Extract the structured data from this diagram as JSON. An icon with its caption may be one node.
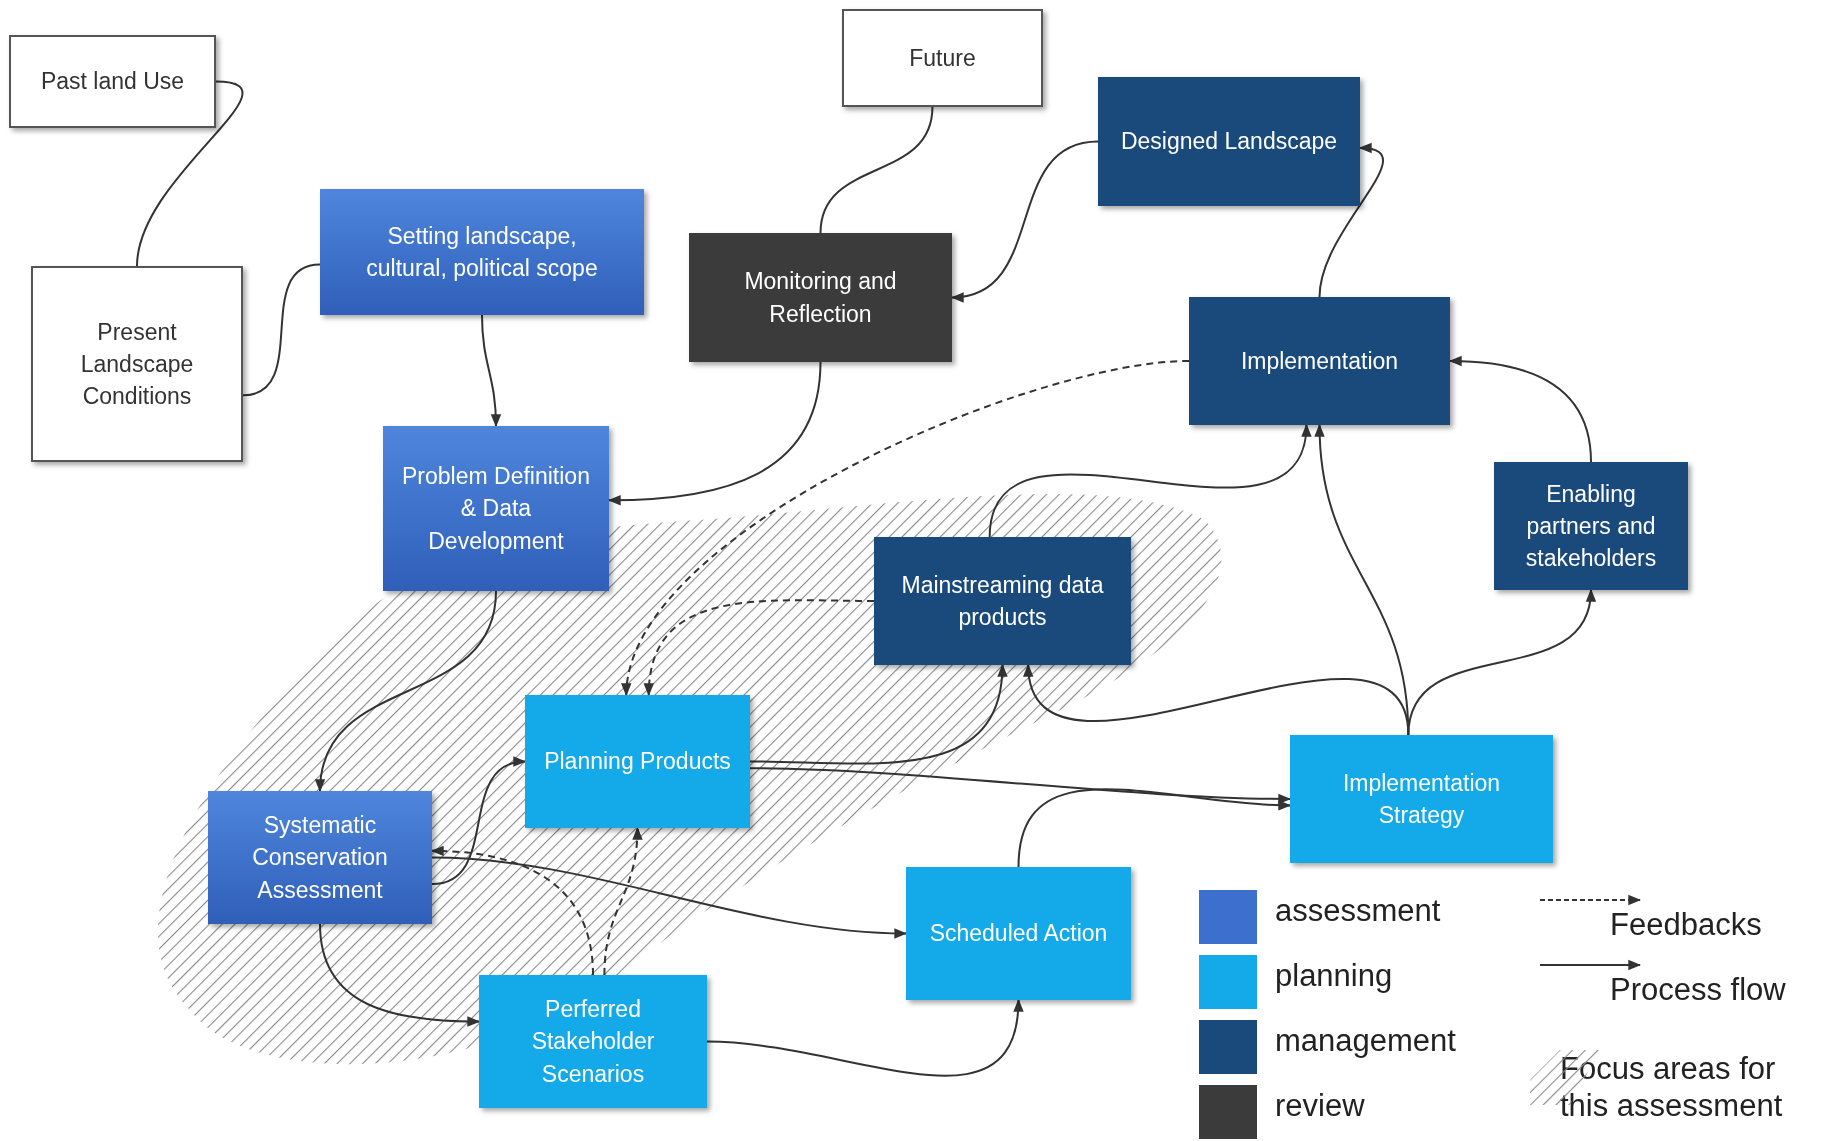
{
  "diagram": {
    "nodes": [
      {
        "text": [
          "Past land Use"
        ]
      },
      {
        "text": [
          "Present Landscape Conditions"
        ]
      },
      {
        "text": [
          "Setting landscape, cultural, political scope"
        ]
      },
      {
        "text": [
          "Future"
        ]
      },
      {
        "text": [
          "Monitoring and Reflection"
        ]
      },
      {
        "text": [
          "Designed Landscape"
        ]
      },
      {
        "text": [
          "Implementation"
        ]
      },
      {
        "text": [
          "Problem Definition & Data Development"
        ]
      },
      {
        "text": [
          "Enabling partners and stakeholders"
        ]
      },
      {
        "text": [
          "Mainstreaming data products"
        ]
      },
      {
        "text": [
          "Planning Products"
        ]
      },
      {
        "text": [
          "Implementation Strategy"
        ]
      },
      {
        "text": [
          "Systematic Conservation Assessment"
        ]
      },
      {
        "text": [
          "Scheduled Action"
        ]
      },
      {
        "text": [
          "Perferred Stakeholder Scenarios"
        ]
      }
    ],
    "edges": [
      {
        "from": 0,
        "to": 1,
        "arrow": "none"
      },
      {
        "from": 1,
        "to": 2,
        "arrow": "none"
      },
      {
        "from": 3,
        "to": 4,
        "arrow": "none"
      },
      {
        "from": 5,
        "to": 4,
        "arrow": "to"
      },
      {
        "from": 2,
        "to": 7,
        "arrow": "to"
      },
      {
        "from": 4,
        "to": 7,
        "arrow": "to"
      },
      {
        "from": 6,
        "to": 5,
        "arrow": "to"
      },
      {
        "from": 6,
        "to": 10,
        "arrow": "to",
        "style": "dashed"
      },
      {
        "from": 8,
        "to": 6,
        "arrow": "to"
      },
      {
        "from": 9,
        "to": 6,
        "arrow": "to"
      },
      {
        "from": 9,
        "to": 10,
        "arrow": "to",
        "style": "dashed"
      },
      {
        "from": 7,
        "to": 12,
        "arrow": "to"
      },
      {
        "from": 12,
        "to": 10,
        "arrow": "to"
      },
      {
        "from": 12,
        "to": 13,
        "arrow": "to"
      },
      {
        "from": 12,
        "to": 14,
        "arrow": "to"
      },
      {
        "from": 14,
        "to": 12,
        "arrow": "to",
        "style": "dashed"
      },
      {
        "from": 14,
        "to": 10,
        "arrow": "to",
        "style": "dashed"
      },
      {
        "from": 14,
        "to": 13,
        "arrow": "to"
      },
      {
        "from": 10,
        "to": 9,
        "arrow": "to"
      },
      {
        "from": 10,
        "to": 11,
        "arrow": "to"
      },
      {
        "from": 13,
        "to": 11,
        "arrow": "to"
      },
      {
        "from": 11,
        "to": 9,
        "arrow": "to"
      },
      {
        "from": 11,
        "to": 6,
        "arrow": "to"
      },
      {
        "from": 11,
        "to": 8,
        "arrow": "to"
      }
    ],
    "legend": [
      {
        "text": "assessment",
        "color": "#3d6fcf"
      },
      {
        "text": "planning",
        "color": "#14a9e8"
      },
      {
        "text": "management",
        "color": "#1a4a7c"
      },
      {
        "text": "review",
        "color": "#3b3b3b"
      },
      {
        "text": "Feedbacks"
      },
      {
        "text": "Process flow"
      },
      {
        "text": "Focus areas for this assessment"
      }
    ]
  }
}
